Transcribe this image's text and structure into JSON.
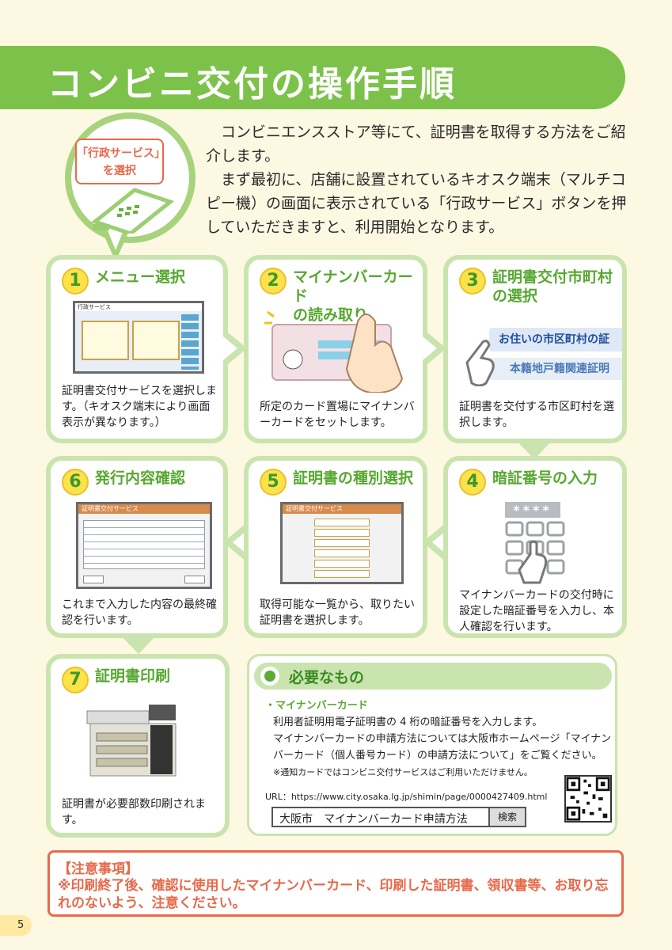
{
  "title": "コンビニ交付の操作手順",
  "intro": {
    "line1": "コンビニエンスストア等にて、証明書を取得する方法をご紹介します。",
    "line2": "まず最初に、店舗に設置されているキオスク端末（マルチコピー機）の画面に表示されている「行政サービス」ボタンを押していただきますと、利用開始となります。"
  },
  "bubble_tag": {
    "line1": "「行政サービス」",
    "line2": "を選択"
  },
  "steps": [
    {
      "num": "1",
      "title": "メニュー選択",
      "desc": "証明書交付サービスを選択します。（キオスク端末により画面表示が異なります。）",
      "screen_title": "行政サービス"
    },
    {
      "num": "2",
      "title": "マイナンバーカード\nの読み取り",
      "desc": "所定のカード置場にマイナンバーカードをセットします。"
    },
    {
      "num": "3",
      "title": "証明書交付市町村\nの選択",
      "desc": "証明書を交付する市区町村を選択します。",
      "btn1": "お住いの市区町村の証",
      "btn2": "本籍地戸籍関連証明"
    },
    {
      "num": "4",
      "title": "暗証番号の入力",
      "desc": "マイナンバーカードの交付時に設定した暗証番号を入力し、本人確認を行います。",
      "pin": "****"
    },
    {
      "num": "5",
      "title": "証明書の種別選択",
      "desc": "取得可能な一覧から、取りたい証明書を選択します。",
      "screen_title": "証明書交付サービス"
    },
    {
      "num": "6",
      "title": "発行内容確認",
      "desc": "これまで入力した内容の最終確認を行います。",
      "screen_title": "証明書交付サービス"
    },
    {
      "num": "7",
      "title": "証明書印刷",
      "desc": "証明書が必要部数印刷されます。"
    }
  ],
  "needs": {
    "heading": "必要なもの",
    "item": "・マイナンバーカード",
    "line1": "利用者証明用電子証明書の 4 桁の暗証番号を入力します。",
    "line2": "マイナンバーカードの申請方法については大阪市ホームページ「マイナンバーカード（個人番号カード）の申請方法について」をご覧ください。",
    "note": "※通知カードではコンビニ交付サービスはご利用いただけません。",
    "url": "URL：https://www.city.osaka.lg.jp/shimin/page/0000427409.html",
    "search_query": "大阪市　マイナンバーカード申請方法",
    "search_button": "検索"
  },
  "caution": {
    "heading": "【注意事項】",
    "text": "※印刷終了後、確認に使用したマイナンバーカード、印刷した証明書、領収書等、お取り忘れのないよう、注意ください。"
  },
  "page_number": "5",
  "colors": {
    "green": "#7cc24a",
    "light_green": "#c9e4ae",
    "orange": "#e8694a",
    "yellow": "#ffe14a"
  }
}
